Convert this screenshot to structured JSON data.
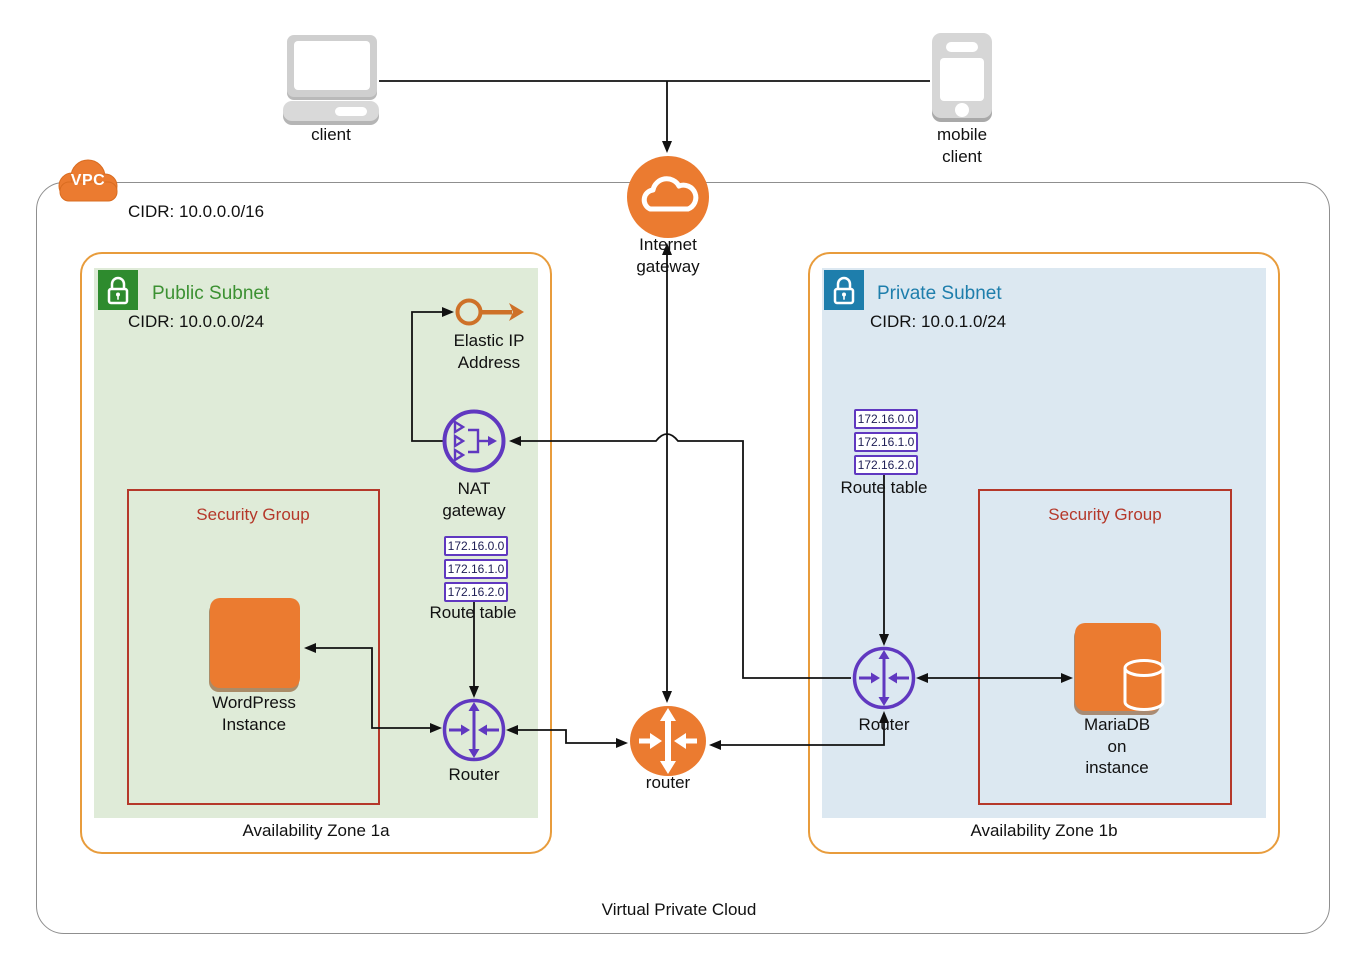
{
  "diagram": {
    "external": {
      "client": {
        "label": "client"
      },
      "mobile_client": {
        "label": "mobile\nclient"
      }
    },
    "vpc": {
      "badge": "VPC",
      "cidr": "CIDR: 10.0.0.0/16",
      "label": "Virtual Private Cloud",
      "internet_gateway": {
        "label": "Internet\ngateway"
      },
      "main_router": {
        "label": "router"
      },
      "public_subnet": {
        "title": "Public Subnet",
        "cidr": "CIDR: 10.0.0.0/24",
        "zone_label": "Availability Zone 1a",
        "elastic_ip": {
          "label": "Elastic IP\nAddress"
        },
        "nat_gateway": {
          "label": "NAT\ngateway"
        },
        "route_table": {
          "label": "Route table",
          "entries": [
            "172.16.0.0",
            "172.16.1.0",
            "172.16.2.0"
          ]
        },
        "router": {
          "label": "Router"
        },
        "security_group": {
          "title": "Security Group",
          "instance": {
            "label": "WordPress\nInstance"
          }
        }
      },
      "private_subnet": {
        "title": "Private Subnet",
        "cidr": "CIDR: 10.0.1.0/24",
        "zone_label": "Availability Zone 1b",
        "route_table": {
          "label": "Route table",
          "entries": [
            "172.16.0.0",
            "172.16.1.0",
            "172.16.2.0"
          ]
        },
        "router": {
          "label": "Router"
        },
        "security_group": {
          "title": "Security Group",
          "instance": {
            "label": "MariaDB\non\ninstance"
          }
        }
      }
    },
    "colors": {
      "aws_orange": "#EB7B30",
      "subnet_border": "#E89C3C",
      "purple": "#6038C0",
      "green_fill": "#DFEBD8",
      "green_icon": "#2E8B2E",
      "green_text": "#3C9132",
      "blue_fill": "#DCE8F1",
      "blue_icon": "#1E7EAC",
      "blue_text": "#1E7EAC",
      "security_red": "#B5382A"
    }
  }
}
